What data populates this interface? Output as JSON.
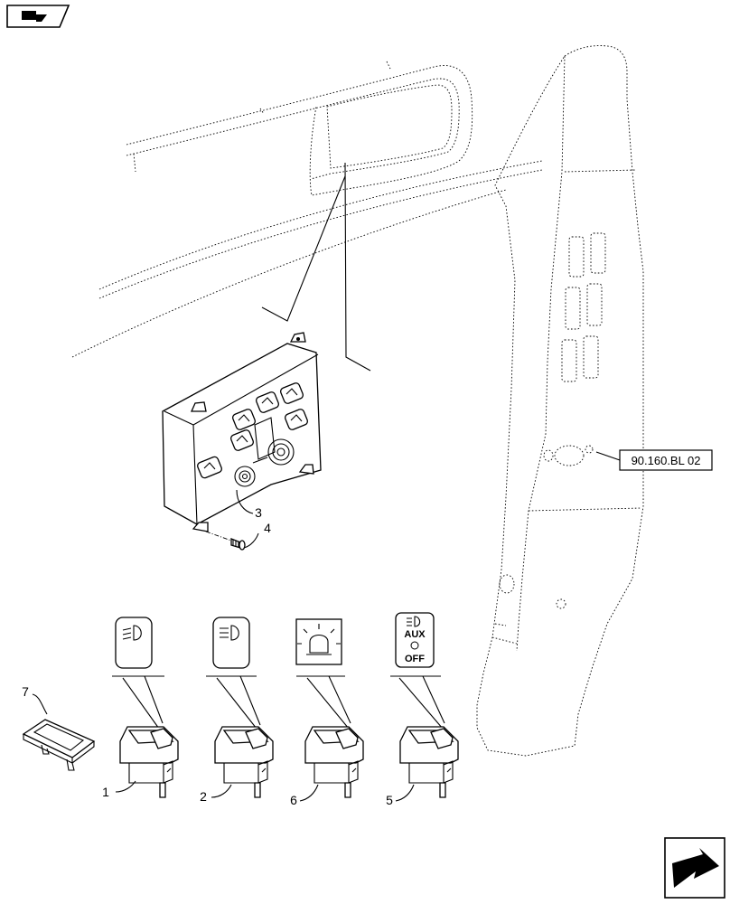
{
  "callouts": {
    "item1": "1",
    "item2": "2",
    "item3": "3",
    "item4": "4",
    "item5": "5",
    "item6": "6",
    "item7": "7"
  },
  "reference": {
    "label": "90.160.BL 02"
  },
  "symbols": {
    "aux": "AUX",
    "off": "OFF"
  },
  "icons": {
    "top_left": "book-page-icon",
    "bottom_right": "next-page-arrow-icon"
  }
}
